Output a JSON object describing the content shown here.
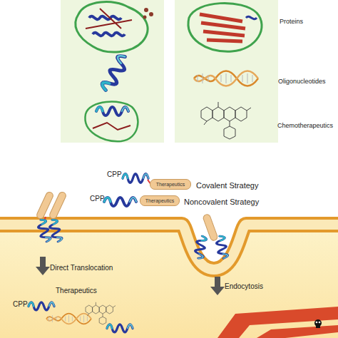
{
  "diagram": {
    "nodes": [
      {
        "text": [
          "Therapeutics"
        ]
      },
      {
        "text": [
          "Therapeutics"
        ]
      }
    ],
    "labels": [
      "Proteins",
      "Oligonucleotides",
      "Chemotherapeutics",
      "CPP",
      "Covalent Strategy",
      "CPP",
      "Noncovalent Strategy",
      "Direct Translocation",
      "Endocytosis",
      "CPP",
      "Therapeutics"
    ]
  }
}
